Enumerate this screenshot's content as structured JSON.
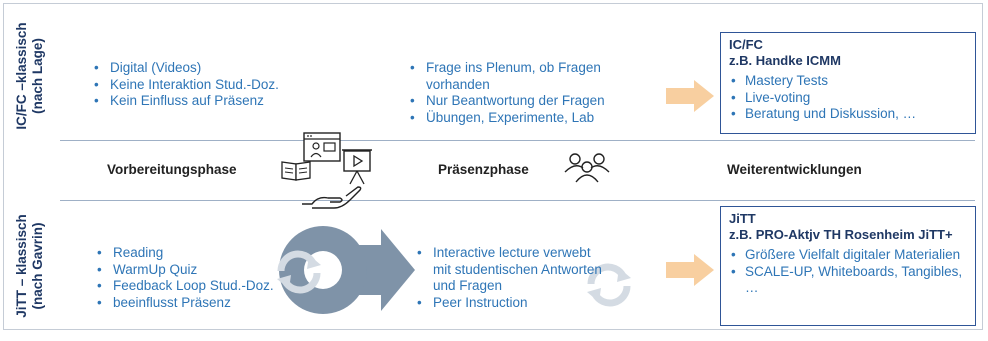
{
  "top_row": {
    "side_label_line1": "IC/FC –klassisch",
    "side_label_line2": "(nach Lage)",
    "prep_items": [
      "Digital (Videos)",
      "Keine Interaktion Stud.-Doz.",
      "Kein Einfluss auf Präsenz"
    ],
    "presence_items": [
      "Frage ins Plenum, ob Fragen vorhanden",
      "Nur Beantwortung der Fragen",
      "Übungen, Experimente, Lab"
    ],
    "box": {
      "title_line1": "IC/FC",
      "title_line2": "z.B. Handke  ICMM",
      "items": [
        "Mastery Tests",
        "Live-voting",
        "Beratung und Diskussion, …"
      ]
    }
  },
  "phases": {
    "prep": "Vorbereitungsphase",
    "presence": "Präsenzphase",
    "further": "Weiterentwicklungen"
  },
  "bottom_row": {
    "side_label_line1": "JiTT – klassisch",
    "side_label_line2": "(nach Gavrin)",
    "prep_items": [
      "Reading",
      "WarmUp Quiz",
      "Feedback Loop Stud.-Doz.",
      "beeinflusst Präsenz"
    ],
    "presence_items": [
      "Interactive lecture verwebt mit studentischen Antworten und Fragen",
      "Peer Instruction"
    ],
    "box": {
      "title_line1": "JiTT",
      "title_line2": "z.B. PRO-Aktjv TH Rosenheim JiTT+",
      "items": [
        "Größere Vielfalt digitaler Materialien",
        "SCALE-UP, Whiteboards, Tangibles, …"
      ]
    }
  },
  "colors": {
    "title_blue": "#1f3864",
    "bullet_blue": "#2e75b6",
    "arrow_orange": "#f8cfa0",
    "gray_arrow": "#7f93a8"
  },
  "icons": [
    "video-lecture-icon",
    "book-icon",
    "presentation-board-icon",
    "giving-hand-icon",
    "group-icon",
    "cycle-arrow-icon"
  ]
}
